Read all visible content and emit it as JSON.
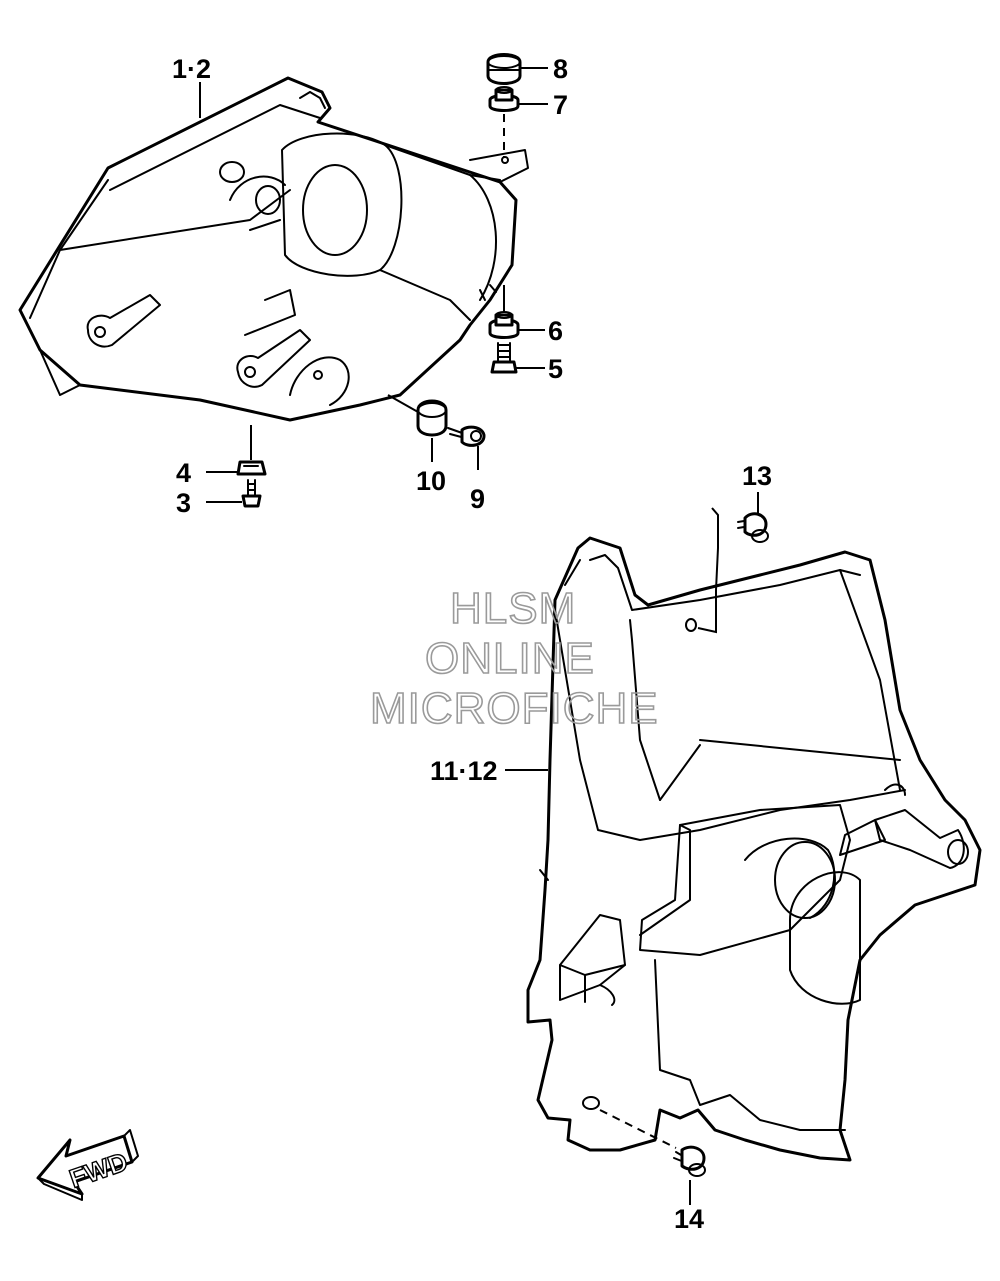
{
  "diagram": {
    "callouts": {
      "c1_2": "1·2",
      "c3": "3",
      "c4": "4",
      "c5": "5",
      "c6": "6",
      "c7": "7",
      "c8": "8",
      "c9": "9",
      "c10": "10",
      "c11_12": "11·12",
      "c13": "13",
      "c14": "14"
    },
    "watermark": {
      "line1": "HLSM",
      "line2": "ONLINE",
      "line3": "MICROFICHE"
    },
    "direction_label": "FWD"
  }
}
